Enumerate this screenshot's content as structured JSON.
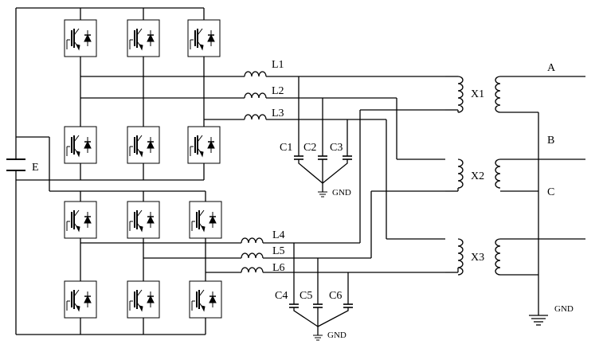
{
  "diagram": {
    "inductors": [
      "L1",
      "L2",
      "L3",
      "L4",
      "L5",
      "L6"
    ],
    "capacitors": [
      "C1",
      "C2",
      "C3",
      "C4",
      "C5",
      "C6"
    ],
    "transformers": [
      "X1",
      "X2",
      "X3"
    ],
    "outputs": [
      "A",
      "B",
      "C"
    ],
    "dc_source": "E",
    "ground_labels": [
      "GND",
      "GND",
      "GND"
    ]
  },
  "colors": {
    "stroke": "#000000",
    "background": "#ffffff"
  }
}
